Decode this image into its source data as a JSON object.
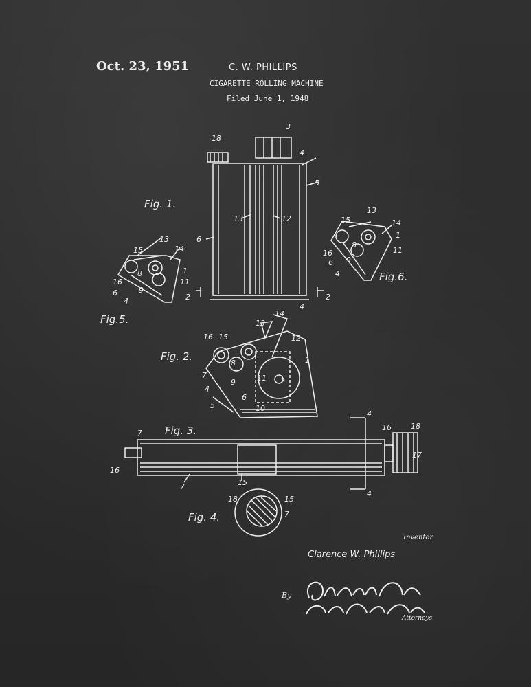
{
  "header": {
    "date": "Oct. 23, 1951",
    "inventor": "C. W. PHILLIPS",
    "title": "CIGARETTE ROLLING MACHINE",
    "filed": "Filed June 1, 1948"
  },
  "figures": {
    "fig1": "Fig. 1.",
    "fig2": "Fig. 2.",
    "fig3": "Fig. 3.",
    "fig4": "Fig. 4.",
    "fig5": "Fig.5.",
    "fig6": "Fig.6."
  },
  "refs": {
    "r1": "1",
    "r2": "2",
    "r3": "3",
    "r4": "4",
    "r5": "5",
    "r6": "6",
    "r7": "7",
    "r8": "8",
    "r9": "9",
    "r10": "10",
    "r11": "11",
    "r12": "12",
    "r13": "13",
    "r14": "14",
    "r15": "15",
    "r16": "16",
    "r17": "17",
    "r18": "18"
  },
  "footer": {
    "inventor_caption": "Inventor",
    "inventor_signature": "Clarence W. Phillips",
    "by_label": "By",
    "attorneys_label": "Attorneys"
  },
  "colors": {
    "background": "#2b2b2b",
    "ink": "#eeeeee"
  }
}
